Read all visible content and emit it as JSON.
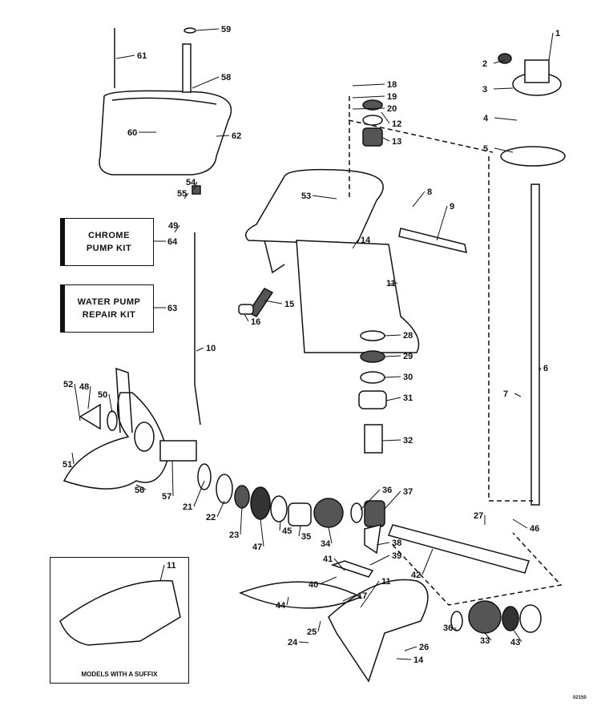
{
  "diagram": {
    "kits": [
      {
        "number": "64",
        "lines": [
          "CHROME",
          "PUMP KIT"
        ]
      },
      {
        "number": "63",
        "lines": [
          "WATER PUMP",
          "REPAIR KIT"
        ]
      }
    ],
    "inset_caption": "MODELS WITH A SUFFIX",
    "drawing_code": "02150",
    "callouts": [
      "1",
      "2",
      "3",
      "4",
      "5",
      "6",
      "7",
      "8",
      "9",
      "10",
      "11",
      "11",
      "11",
      "12",
      "13",
      "14",
      "14",
      "15",
      "16",
      "17",
      "18",
      "19",
      "20",
      "21",
      "22",
      "23",
      "24",
      "25",
      "26",
      "27",
      "28",
      "29",
      "30",
      "31",
      "32",
      "33",
      "34",
      "35",
      "36",
      "36",
      "37",
      "38",
      "39",
      "40",
      "41",
      "42",
      "43",
      "44",
      "45",
      "46",
      "47",
      "48",
      "49",
      "50",
      "51",
      "52",
      "53",
      "54",
      "55",
      "56",
      "57",
      "58",
      "59",
      "60",
      "61",
      "62"
    ]
  }
}
